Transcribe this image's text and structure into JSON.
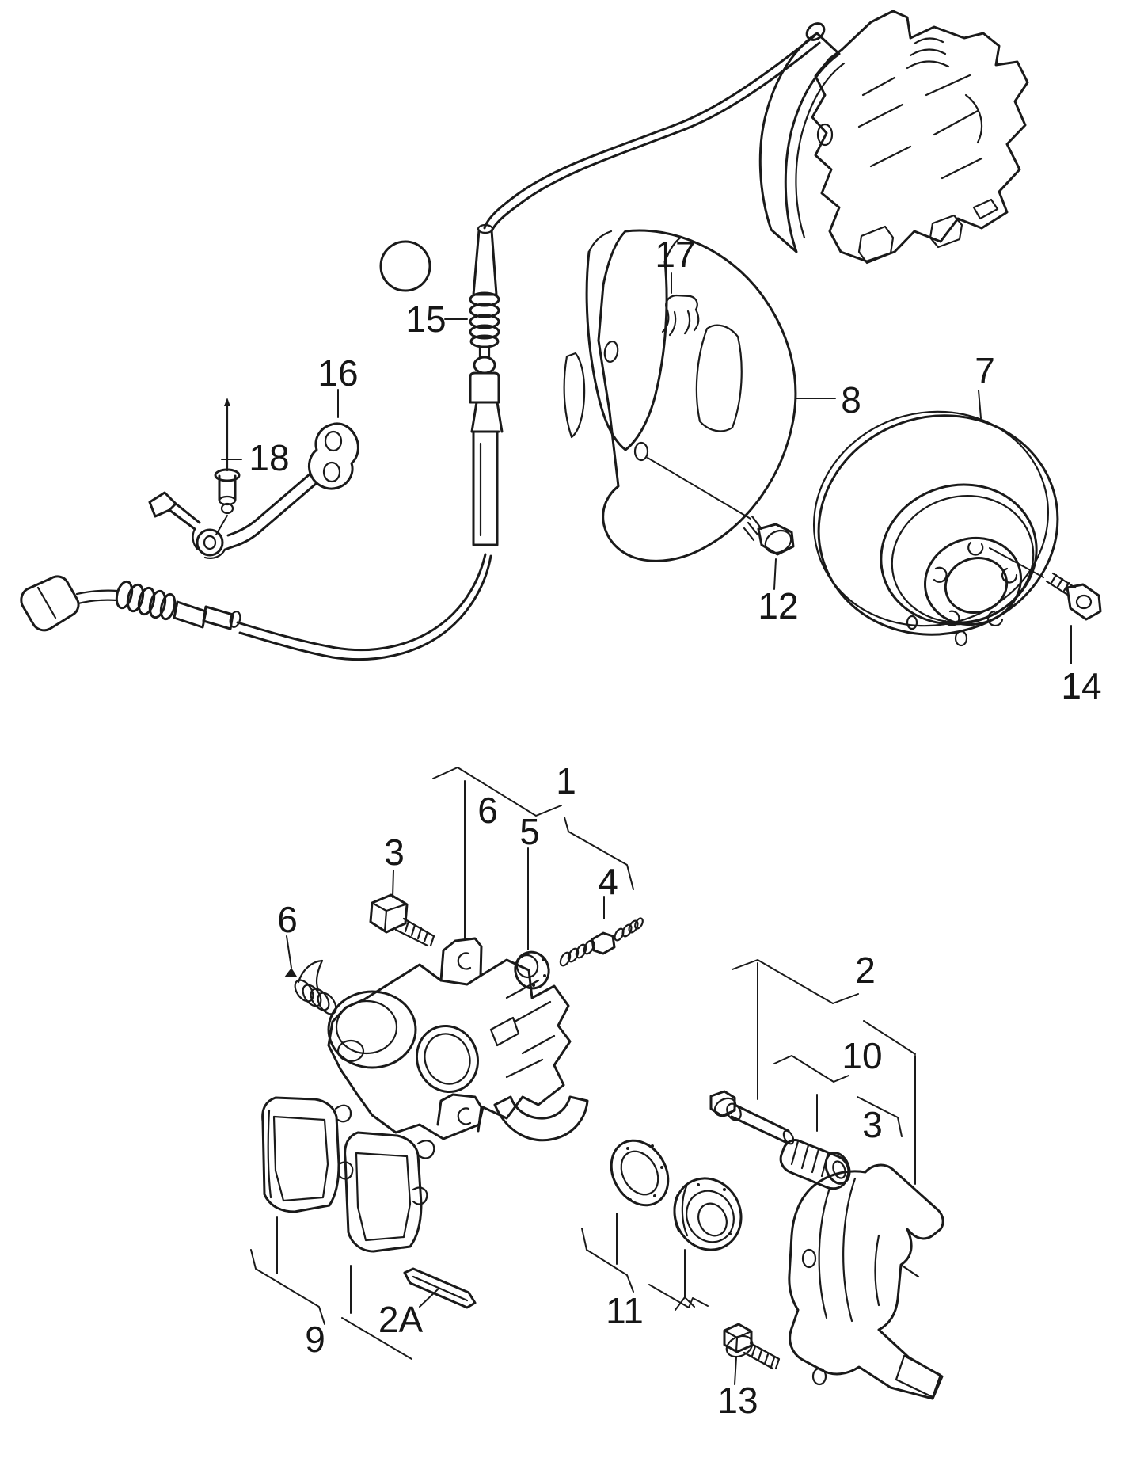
{
  "diagram": {
    "background": "#ffffff",
    "line_color": "#1a1a1a",
    "marker_color": "#d6121f"
  },
  "callouts": [
    {
      "text": "15"
    },
    {
      "text": "16"
    },
    {
      "text": "18"
    },
    {
      "text": "17"
    },
    {
      "text": "8"
    },
    {
      "text": "7"
    },
    {
      "text": "12"
    },
    {
      "text": "14"
    },
    {
      "text": "1"
    },
    {
      "text": "6"
    },
    {
      "text": "5"
    },
    {
      "text": "3"
    },
    {
      "text": "4"
    },
    {
      "text": "6"
    },
    {
      "text": "2"
    },
    {
      "text": "10"
    },
    {
      "text": "3"
    },
    {
      "text": "11"
    },
    {
      "text": "9"
    },
    {
      "text": "2A"
    },
    {
      "text": "13"
    }
  ]
}
